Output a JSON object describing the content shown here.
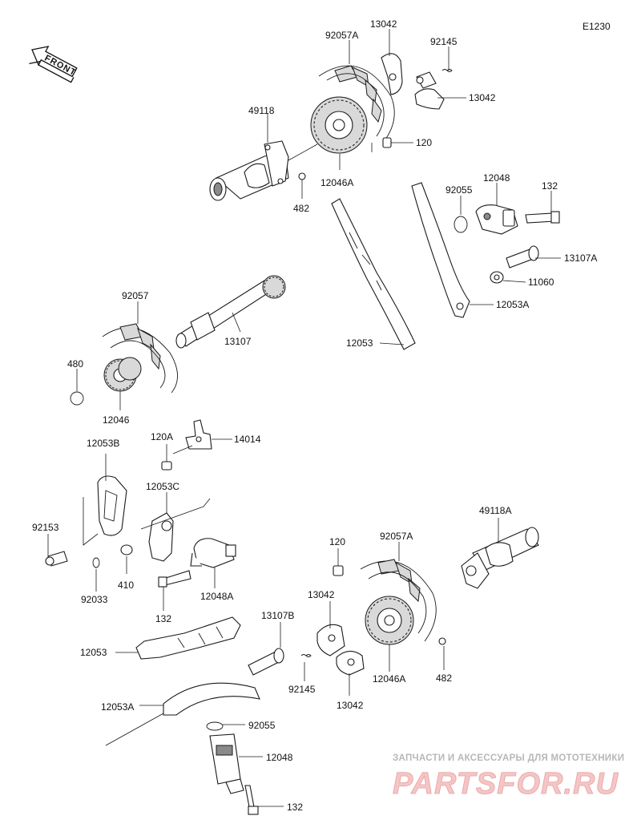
{
  "diagram_code": "E1230",
  "front_label": "FRONT",
  "watermark": {
    "line1": "ЗАПЧАСТИ И АКСЕССУАРЫ ДЛЯ МОТОТЕХНИКИ",
    "brand": "PARTSFOR.RU"
  },
  "part_labels": {
    "p92057A_top": "92057A",
    "p13042_top": "13042",
    "p92145_top": "92145",
    "p13042_right": "13042",
    "p49118": "49118",
    "p120_top": "120",
    "p12046A_top": "12046A",
    "p482_top": "482",
    "p92055_top": "92055",
    "p12048_top": "12048",
    "p132_top": "132",
    "p13107A": "13107A",
    "p11060": "11060",
    "p12053A_top": "12053A",
    "p12053_top": "12053",
    "p92057": "92057",
    "p13107": "13107",
    "p480": "480",
    "p12046": "12046",
    "p120A": "120A",
    "p14014": "14014",
    "p12053B": "12053B",
    "p12053C": "12053C",
    "p92153": "92153",
    "p410": "410",
    "p92033": "92033",
    "p12048A": "12048A",
    "p132_mid": "132",
    "p49118A": "49118A",
    "p120_bot": "120",
    "p92057A_bot": "92057A",
    "p13042_bot_top": "13042",
    "p13107B": "13107B",
    "p12053_bot": "12053",
    "p92145_bot": "92145",
    "p13042_bot": "13042",
    "p12046A_bot": "12046A",
    "p482_bot": "482",
    "p12053A_bot": "12053A",
    "p92055_bot": "92055",
    "p12048_bot": "12048",
    "p132_bot": "132"
  }
}
